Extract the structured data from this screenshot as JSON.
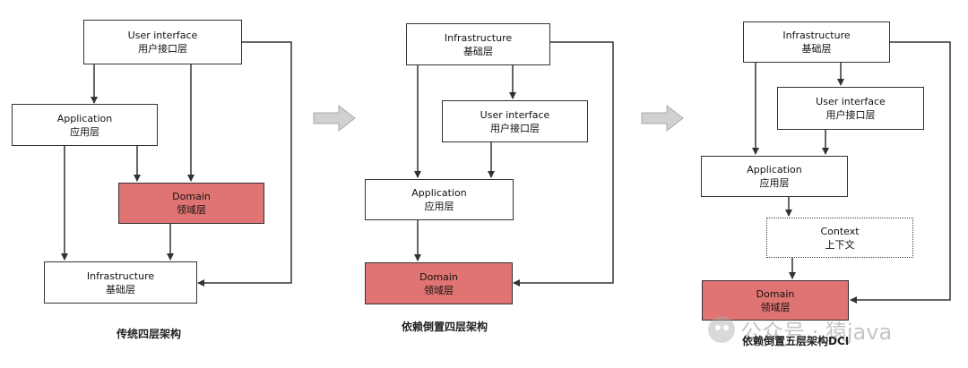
{
  "diagram1": {
    "ui": {
      "en": "User interface",
      "zh": "用户接口层"
    },
    "application": {
      "en": "Application",
      "zh": "应用层"
    },
    "domain": {
      "en": "Domain",
      "zh": "领域层"
    },
    "infrastructure": {
      "en": "Infrastructure",
      "zh": "基础层"
    },
    "caption": "传统四层架构"
  },
  "diagram2": {
    "infrastructure": {
      "en": "Infrastructure",
      "zh": "基础层"
    },
    "ui": {
      "en": "User interface",
      "zh": "用户接口层"
    },
    "application": {
      "en": "Application",
      "zh": "应用层"
    },
    "domain": {
      "en": "Domain",
      "zh": "领域层"
    },
    "caption": "依赖倒置四层架构"
  },
  "diagram3": {
    "infrastructure": {
      "en": "Infrastructure",
      "zh": "基础层"
    },
    "ui": {
      "en": "User interface",
      "zh": "用户接口层"
    },
    "application": {
      "en": "Application",
      "zh": "应用层"
    },
    "context": {
      "en": "Context",
      "zh": "上下文"
    },
    "domain": {
      "en": "Domain",
      "zh": "领域层"
    },
    "caption": "依赖倒置五层架构DCI"
  },
  "watermark": "公众号 · 猿java",
  "colors": {
    "domain_fill": "#e07472",
    "line": "#333333",
    "transition_arrow": "#cfcfcf"
  }
}
